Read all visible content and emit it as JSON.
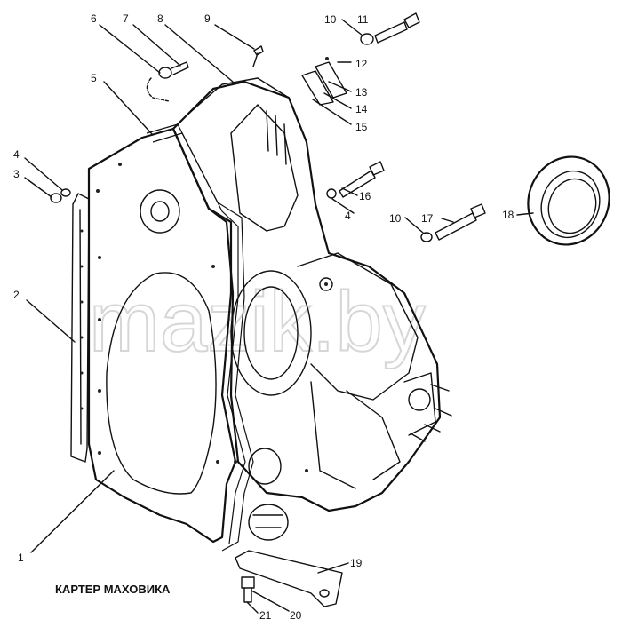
{
  "diagram": {
    "caption": "КАРТЕР МАХОВИКА",
    "watermark": "mazik.by",
    "callouts": [
      {
        "id": "c1",
        "text": "1"
      },
      {
        "id": "c2",
        "text": "2"
      },
      {
        "id": "c3",
        "text": "3"
      },
      {
        "id": "c4a",
        "text": "4"
      },
      {
        "id": "c4b",
        "text": "4"
      },
      {
        "id": "c5",
        "text": "5"
      },
      {
        "id": "c6",
        "text": "6"
      },
      {
        "id": "c7",
        "text": "7"
      },
      {
        "id": "c8",
        "text": "8"
      },
      {
        "id": "c9",
        "text": "9"
      },
      {
        "id": "c10a",
        "text": "10"
      },
      {
        "id": "c10b",
        "text": "10"
      },
      {
        "id": "c11",
        "text": "11"
      },
      {
        "id": "c12",
        "text": "12"
      },
      {
        "id": "c13",
        "text": "13"
      },
      {
        "id": "c14",
        "text": "14"
      },
      {
        "id": "c15",
        "text": "15"
      },
      {
        "id": "c16",
        "text": "16"
      },
      {
        "id": "c17",
        "text": "17"
      },
      {
        "id": "c18",
        "text": "18"
      },
      {
        "id": "c19",
        "text": "19"
      },
      {
        "id": "c20",
        "text": "20"
      },
      {
        "id": "c21",
        "text": "21"
      }
    ]
  }
}
